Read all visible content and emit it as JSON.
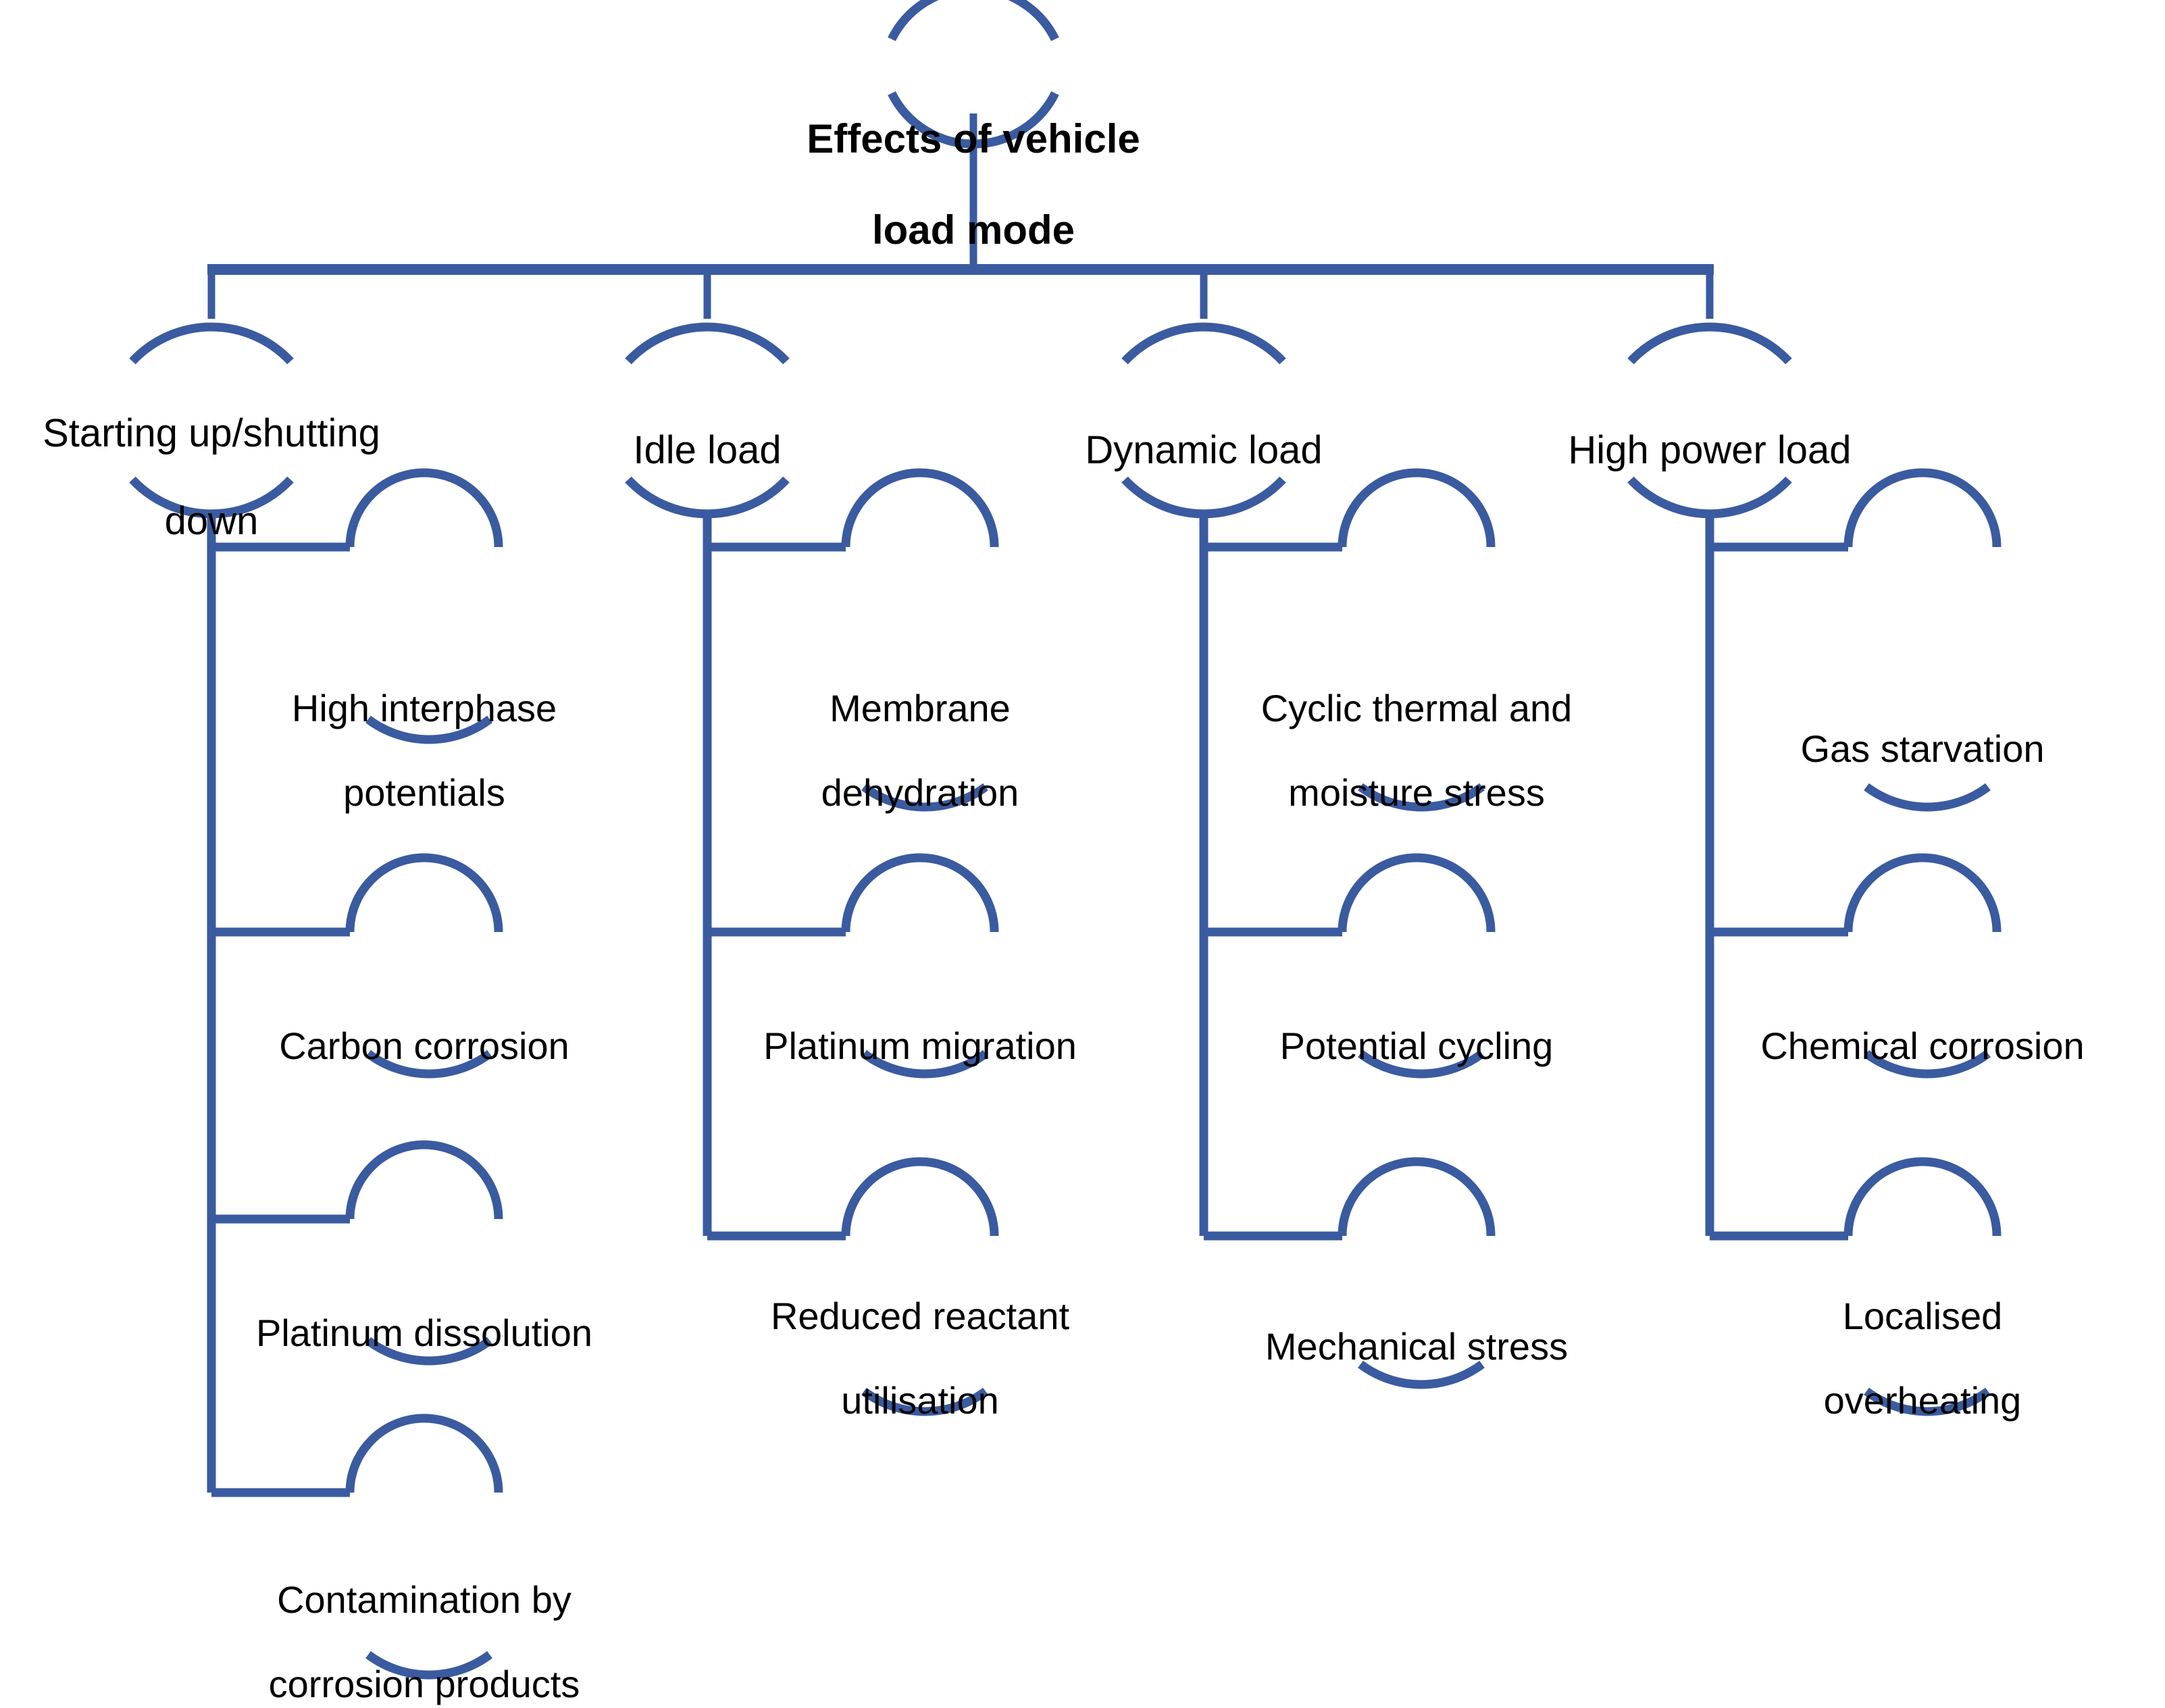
{
  "diagram": {
    "title": "Effects of vehicle load mode",
    "type": "tree",
    "accent_color": "#3a5ba0",
    "text_color": "#000000",
    "background_color": "#ffffff",
    "root": {
      "label": "Effects of vehicle load mode",
      "label_line1": "Effects of vehicle",
      "label_line2": "load mode"
    },
    "branches": [
      {
        "id": "startup-shutdown",
        "label": "Starting up/shutting down",
        "label_line1": "Starting up/shutting",
        "label_line2": "down",
        "children": [
          {
            "id": "high-interphase-potentials",
            "label": "High interphase potentials",
            "label_line1": "High interphase",
            "label_line2": "potentials"
          },
          {
            "id": "carbon-corrosion",
            "label": "Carbon corrosion",
            "label_line1": "Carbon corrosion",
            "label_line2": ""
          },
          {
            "id": "platinum-dissolution",
            "label": "Platinum dissolution",
            "label_line1": "Platinum dissolution",
            "label_line2": ""
          },
          {
            "id": "contamination-by-corrosion-products",
            "label": "Contamination by corrosion products",
            "label_line1": "Contamination by",
            "label_line2": "corrosion products"
          }
        ]
      },
      {
        "id": "idle-load",
        "label": "Idle load",
        "label_line1": "Idle load",
        "label_line2": "",
        "children": [
          {
            "id": "membrane-dehydration",
            "label": "Membrane dehydration",
            "label_line1": "Membrane",
            "label_line2": "dehydration"
          },
          {
            "id": "platinum-migration",
            "label": "Platinum migration",
            "label_line1": "Platinum migration",
            "label_line2": ""
          },
          {
            "id": "reduced-reactant-utilisation",
            "label": "Reduced reactant utilisation",
            "label_line1": "Reduced reactant",
            "label_line2": "utilisation"
          }
        ]
      },
      {
        "id": "dynamic-load",
        "label": "Dynamic load",
        "label_line1": "Dynamic load",
        "label_line2": "",
        "children": [
          {
            "id": "cyclic-thermal-and-moisture-stress",
            "label": "Cyclic thermal and moisture stress",
            "label_line1": "Cyclic thermal and",
            "label_line2": "moisture stress"
          },
          {
            "id": "potential-cycling",
            "label": "Potential cycling",
            "label_line1": "Potential cycling",
            "label_line2": ""
          },
          {
            "id": "mechanical-stress",
            "label": "Mechanical stress",
            "label_line1": "Mechanical stress",
            "label_line2": ""
          }
        ]
      },
      {
        "id": "high-power-load",
        "label": "High power load",
        "label_line1": "High power load",
        "label_line2": "",
        "children": [
          {
            "id": "gas-starvation",
            "label": "Gas starvation",
            "label_line1": "Gas starvation",
            "label_line2": ""
          },
          {
            "id": "chemical-corrosion",
            "label": "Chemical corrosion",
            "label_line1": "Chemical corrosion",
            "label_line2": ""
          },
          {
            "id": "localised-overheating",
            "label": "Localised overheating",
            "label_line1": "Localised",
            "label_line2": "overheating"
          }
        ]
      }
    ]
  }
}
